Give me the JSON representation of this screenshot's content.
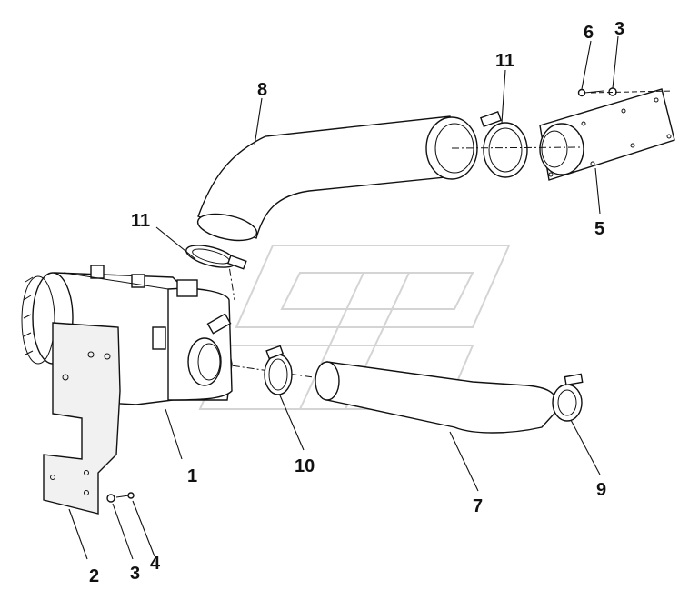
{
  "diagram": {
    "callouts": [
      {
        "id": "c1",
        "label": "1"
      },
      {
        "id": "c2",
        "label": "2"
      },
      {
        "id": "c3a",
        "label": "3"
      },
      {
        "id": "c3b",
        "label": "3"
      },
      {
        "id": "c4",
        "label": "4"
      },
      {
        "id": "c5",
        "label": "5"
      },
      {
        "id": "c6",
        "label": "6"
      },
      {
        "id": "c7",
        "label": "7"
      },
      {
        "id": "c8",
        "label": "8"
      },
      {
        "id": "c9",
        "label": "9"
      },
      {
        "id": "c10",
        "label": "10"
      },
      {
        "id": "c11a",
        "label": "11"
      },
      {
        "id": "c11b",
        "label": "11"
      }
    ],
    "colors": {
      "line": "#111111",
      "fill": "#ffffff",
      "shade": "#f1f1f1",
      "watermark": "#d4d4d4"
    }
  }
}
